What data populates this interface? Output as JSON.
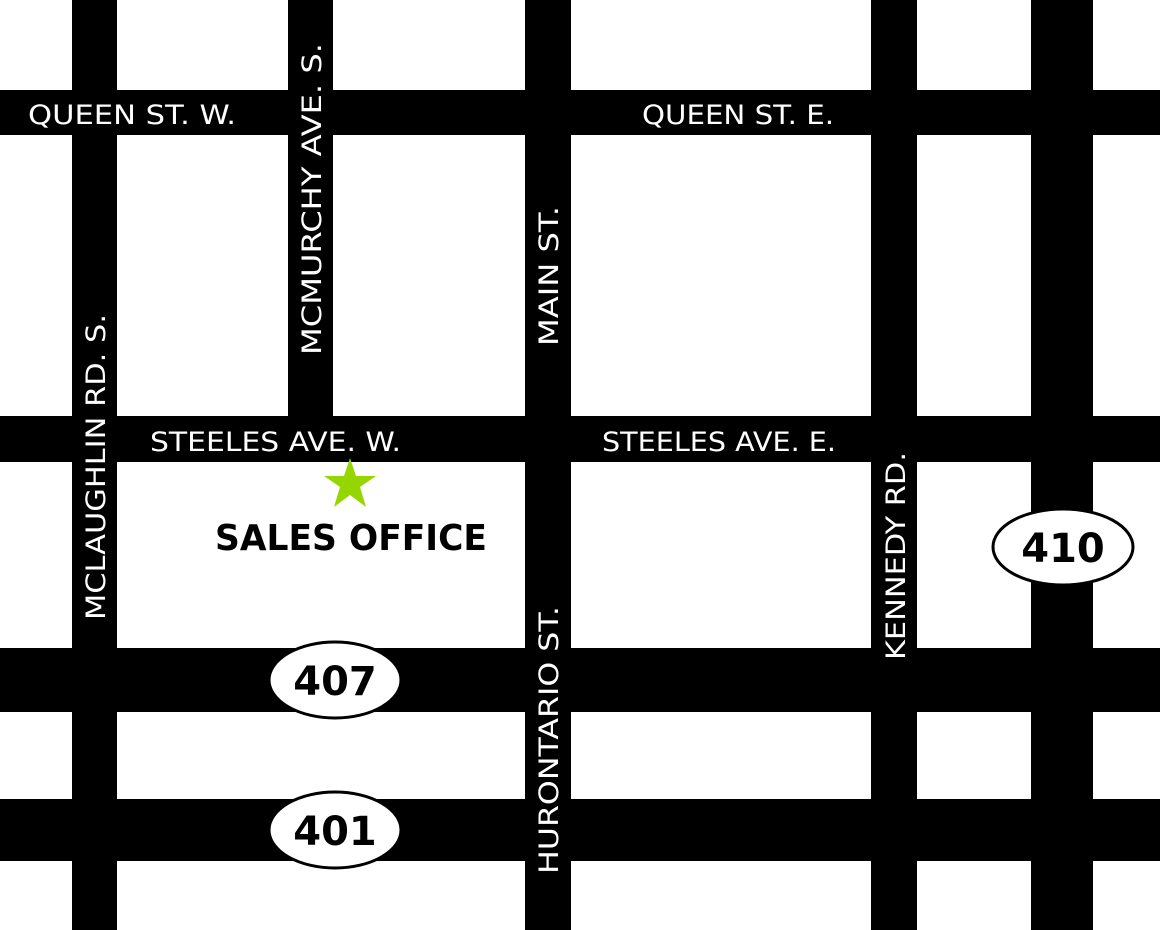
{
  "colors": {
    "road": "#000000",
    "background": "#ffffff",
    "marker": "#95d600"
  },
  "streets": {
    "queen_w": "QUEEN ST. W.",
    "queen_e": "QUEEN ST. E.",
    "steeles_w": "STEELES AVE. W.",
    "steeles_e": "STEELES AVE. E.",
    "mcmurchy": "MCMURCHY AVE. S.",
    "main": "MAIN ST.",
    "mclaughlin": "MCLAUGHLIN RD. S.",
    "hurontario": "HURONTARIO ST.",
    "kennedy": "KENNEDY RD."
  },
  "highways": {
    "h407": "407",
    "h401": "401",
    "h410": "410"
  },
  "marker": {
    "icon": "star-icon",
    "label": "SALES OFFICE"
  }
}
